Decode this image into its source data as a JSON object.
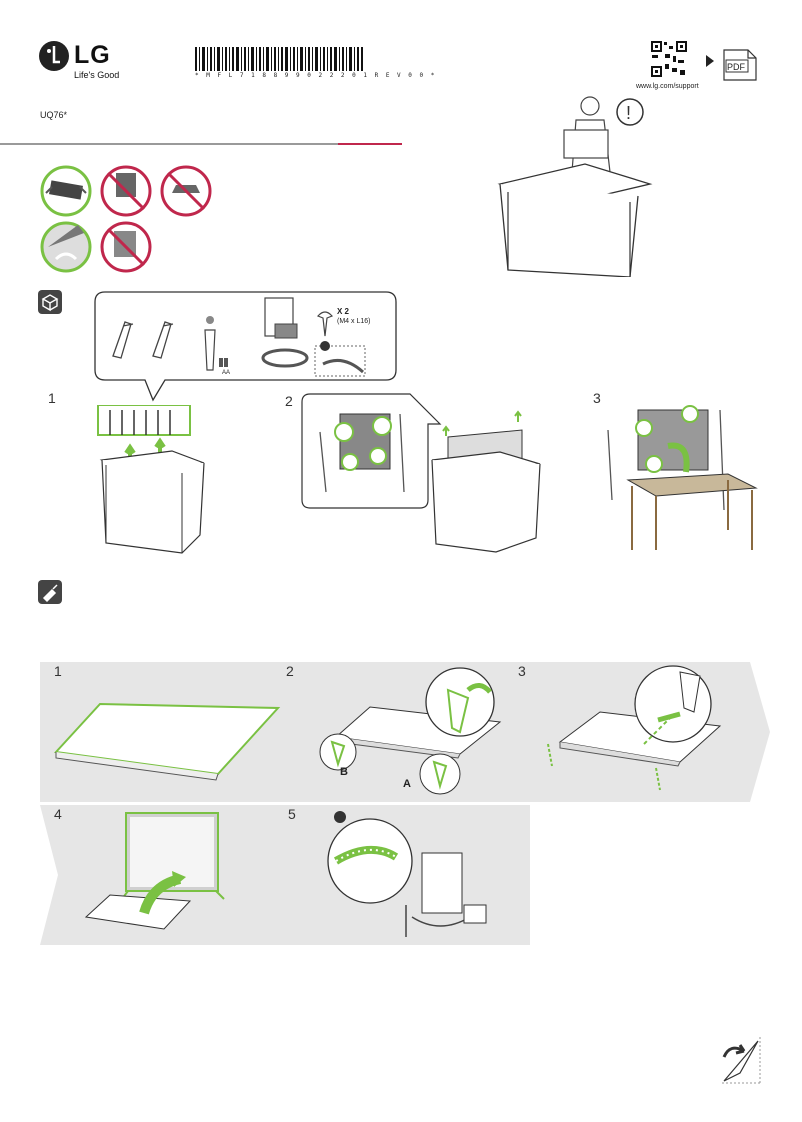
{
  "brand": {
    "name": "LG",
    "slogan": "Life's Good"
  },
  "barcode_text": "* M F L 7 1 8 8 9 9 0 2 2 2 0 1 R E V 0 0 *",
  "model": "UQ76*",
  "support": {
    "url": "www.lg.com/support",
    "pdf_label": "PDF"
  },
  "accessories": {
    "battery_label": "AA",
    "screw_qty": "X 2",
    "screw_size": "(M4 x L16)"
  },
  "unboxing_steps": [
    "1",
    "2",
    "3"
  ],
  "assembly_steps": [
    "1",
    "2",
    "3",
    "4",
    "5"
  ],
  "stand_labels": {
    "a": "A",
    "b": "B"
  },
  "colors": {
    "accent_green": "#7ac143",
    "warning_red": "#c0274c",
    "band_grey": "#e6e6e6"
  }
}
